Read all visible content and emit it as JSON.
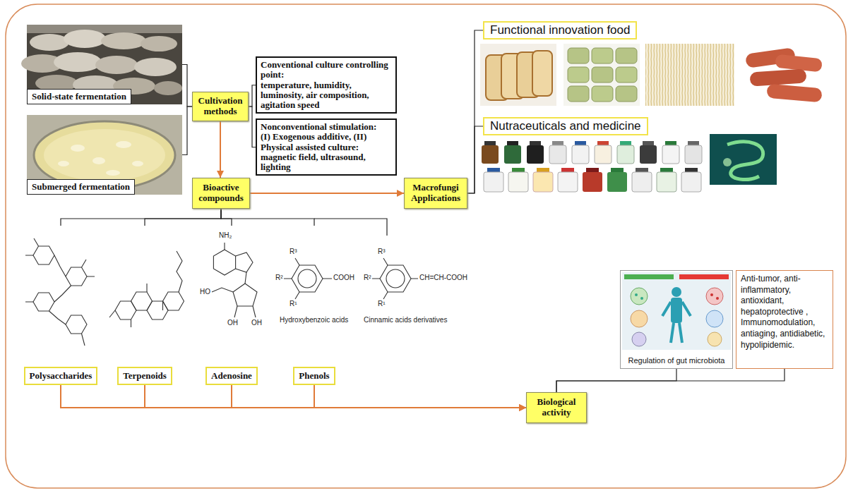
{
  "diagram": {
    "nodes": [
      {
        "text": [
          "Solid-state fermentation"
        ]
      },
      {
        "text": [
          "Submerged fermentation"
        ]
      },
      {
        "text": [
          "Cultivation methods"
        ]
      },
      {
        "text": [
          "Conventional culture controlling point:",
          "temperature, humidity, luminosity, air composition, agitation speed"
        ]
      },
      {
        "text": [
          "Nonconventional stimulation:",
          "(I) Exogenous additive, (II) Physical assisted culture: magnetic field, ultrasound, lighting"
        ]
      },
      {
        "text": [
          "Bioactive compounds"
        ]
      },
      {
        "text": [
          "Macrofungi Applications"
        ]
      },
      {
        "text": [
          "Functional innovation food"
        ]
      },
      {
        "text": [
          "Nutraceuticals and medicine"
        ]
      },
      {
        "text": [
          "Polysaccharides"
        ]
      },
      {
        "text": [
          "Terpenoids"
        ]
      },
      {
        "text": [
          "Adenosine"
        ]
      },
      {
        "text": [
          "Phenols"
        ]
      },
      {
        "text": [
          "Biological activity"
        ]
      },
      {
        "text": [
          "Regulation of gut microbiota"
        ]
      },
      {
        "text": [
          "Anti-tumor, anti-inflammatory, antioxidant, hepatoprotective , Immunomodulation, antiaging, antidiabetic, hypolipidemic."
        ]
      }
    ],
    "edges": [
      {
        "from": 0,
        "to": 2,
        "arrow": "none"
      },
      {
        "from": 1,
        "to": 2,
        "arrow": "none"
      },
      {
        "from": 2,
        "to": 3,
        "arrow": "none"
      },
      {
        "from": 2,
        "to": 4,
        "arrow": "none"
      },
      {
        "from": 2,
        "to": 5,
        "arrow": "to"
      },
      {
        "from": 5,
        "to": 6,
        "arrow": "to"
      },
      {
        "from": 6,
        "to": 7,
        "arrow": "none"
      },
      {
        "from": 6,
        "to": 8,
        "arrow": "none"
      },
      {
        "from": 5,
        "to": 9,
        "arrow": "none"
      },
      {
        "from": 5,
        "to": 10,
        "arrow": "none"
      },
      {
        "from": 5,
        "to": 11,
        "arrow": "none"
      },
      {
        "from": 5,
        "to": 12,
        "arrow": "none"
      },
      {
        "from": 9,
        "to": 13,
        "arrow": "to"
      },
      {
        "from": 10,
        "to": 13,
        "arrow": "to"
      },
      {
        "from": 11,
        "to": 13,
        "arrow": "to"
      },
      {
        "from": 12,
        "to": 13,
        "arrow": "to"
      },
      {
        "from": 13,
        "to": 14,
        "arrow": "none"
      },
      {
        "from": 13,
        "to": 15,
        "arrow": "none"
      }
    ],
    "labels": [
      "NH₂",
      "HO",
      "OH",
      "OH",
      "R³",
      "R²",
      "R¹",
      "COOH",
      "Hydroxybenzoic acids",
      "R³",
      "R²",
      "R¹",
      "CH=CH-COOH",
      "Cinnamic acids derivatives"
    ]
  }
}
